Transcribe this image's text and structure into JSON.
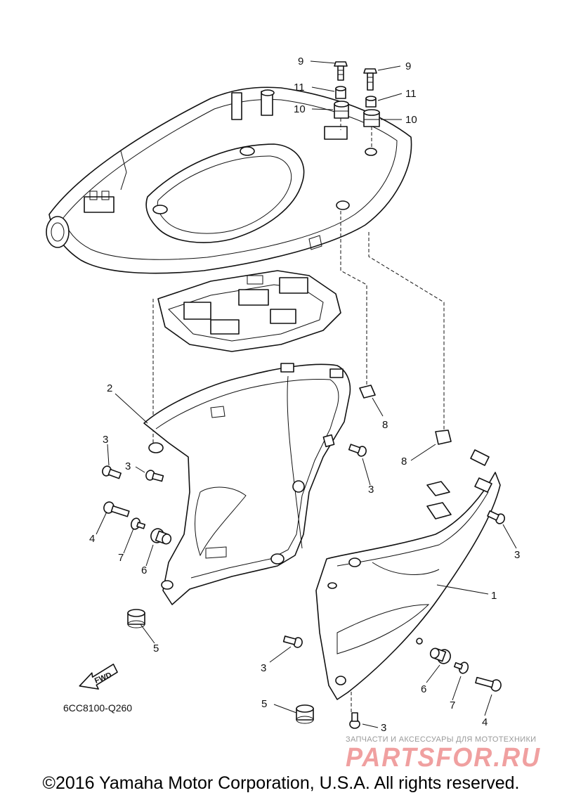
{
  "diagram": {
    "code": "6CC8100-Q260",
    "fwd_label": "FWD",
    "callouts": [
      {
        "id": "c9a",
        "text": "9"
      },
      {
        "id": "c9b",
        "text": "9"
      },
      {
        "id": "c11a",
        "text": "11"
      },
      {
        "id": "c11b",
        "text": "11"
      },
      {
        "id": "c10a",
        "text": "10"
      },
      {
        "id": "c10b",
        "text": "10"
      },
      {
        "id": "c2",
        "text": "2"
      },
      {
        "id": "c3a",
        "text": "3"
      },
      {
        "id": "c3b",
        "text": "3"
      },
      {
        "id": "c8a",
        "text": "8"
      },
      {
        "id": "c8b",
        "text": "8"
      },
      {
        "id": "c3c",
        "text": "3"
      },
      {
        "id": "c4a",
        "text": "4"
      },
      {
        "id": "c7a",
        "text": "7"
      },
      {
        "id": "c6a",
        "text": "6"
      },
      {
        "id": "c3d",
        "text": "3"
      },
      {
        "id": "c1",
        "text": "1"
      },
      {
        "id": "c5a",
        "text": "5"
      },
      {
        "id": "c3e",
        "text": "3"
      },
      {
        "id": "c6b",
        "text": "6"
      },
      {
        "id": "c7b",
        "text": "7"
      },
      {
        "id": "c5b",
        "text": "5"
      },
      {
        "id": "c4b",
        "text": "4"
      },
      {
        "id": "c3f",
        "text": "3"
      }
    ]
  },
  "watermark": {
    "tagline": "ЗАПЧАСТИ И АКСЕССУАРЫ ДЛЯ МОТОТЕХНИКИ",
    "logo": "PARTSFOR.RU"
  },
  "copyright": "©2016 Yamaha Motor Corporation, U.S.A. All rights reserved."
}
